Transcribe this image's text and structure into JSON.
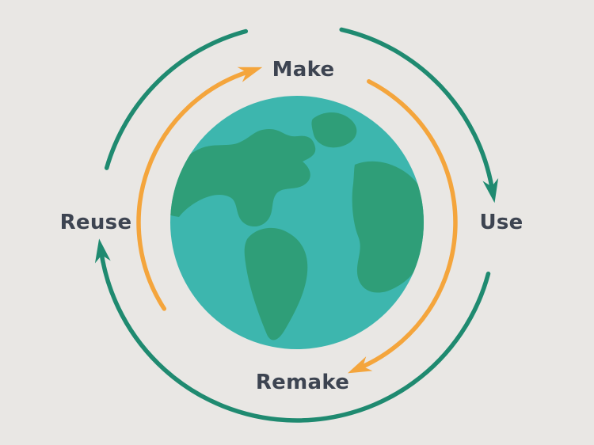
{
  "diagram": {
    "type": "cycle",
    "center_icon": "earth-globe",
    "steps": [
      {
        "label": "Make",
        "position": "top"
      },
      {
        "label": "Use",
        "position": "right"
      },
      {
        "label": "Remake",
        "position": "bottom"
      },
      {
        "label": "Reuse",
        "position": "left"
      }
    ],
    "colors": {
      "background": "#e9e7e4",
      "cycle_green": "#1f8a70",
      "cycle_orange": "#f4a53c",
      "globe_ocean": "#3db6ae",
      "globe_land": "#2f9e78",
      "label_text": "#3d4451"
    }
  }
}
